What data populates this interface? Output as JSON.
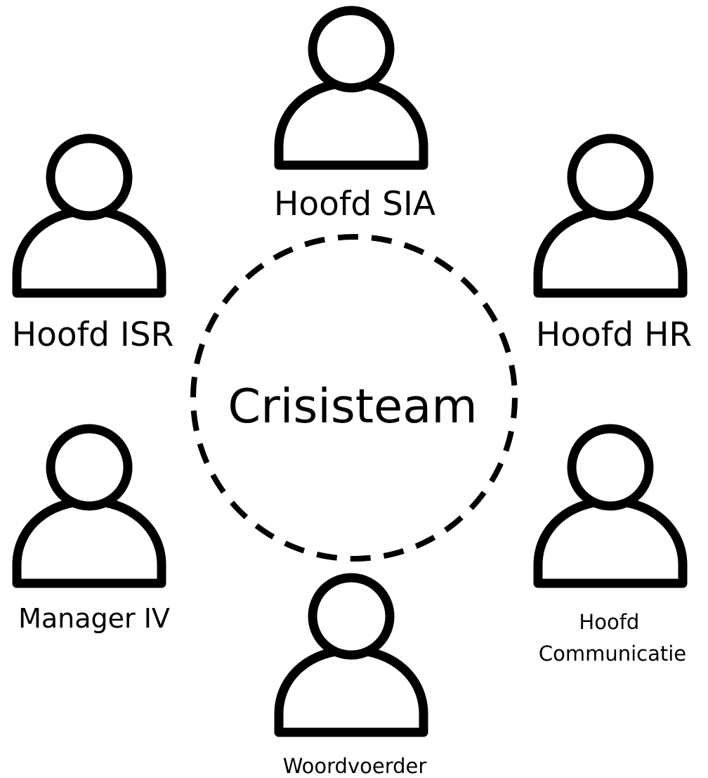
{
  "center": {
    "label": "Crisisteam"
  },
  "members": [
    {
      "label": "Hoofd SIA"
    },
    {
      "label": "Hoofd ISR"
    },
    {
      "label": "Hoofd HR"
    },
    {
      "label": "Manager IV"
    },
    {
      "label": "Hoofd Communicatie",
      "lines": [
        "Hoofd",
        "Communicatie"
      ]
    },
    {
      "label": "Woordvoerder"
    }
  ],
  "icon_name": "person-icon",
  "colors": {
    "stroke": "#000000",
    "fill": "#ffffff",
    "background": "#ffffff"
  }
}
